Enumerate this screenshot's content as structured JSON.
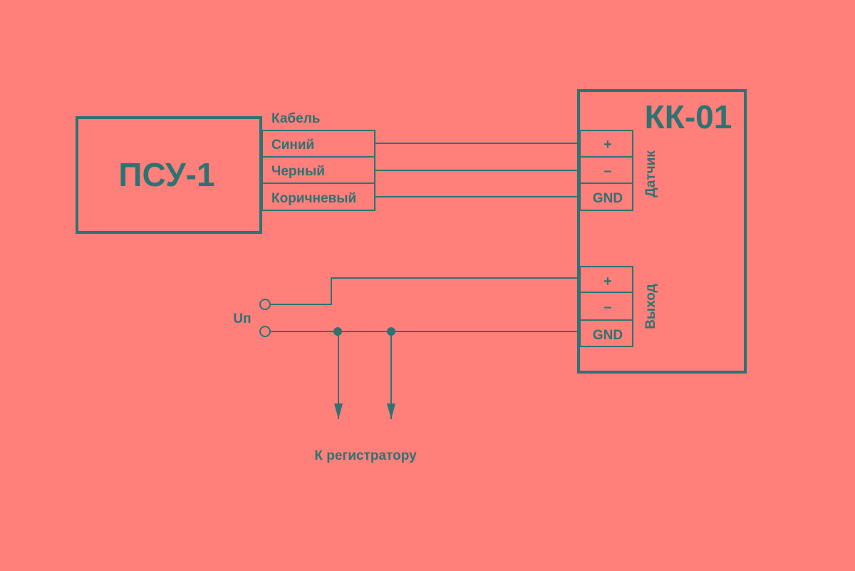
{
  "colors": {
    "background": "#ff7f7b",
    "ink": "#2e7372"
  },
  "psu": {
    "title": "ПСУ-1"
  },
  "cable": {
    "label": "Кабель",
    "wires": [
      "Синий",
      "Черный",
      "Коричневый"
    ]
  },
  "kk": {
    "title": "КК-01",
    "sensor_group": {
      "label": "Датчик",
      "terminals": [
        "+",
        "–",
        "GND"
      ]
    },
    "output_group": {
      "label": "Выход",
      "terminals": [
        "+",
        "–",
        "GND"
      ]
    }
  },
  "supply": {
    "label": "Uп"
  },
  "recorder": {
    "label": "К регистратору"
  }
}
